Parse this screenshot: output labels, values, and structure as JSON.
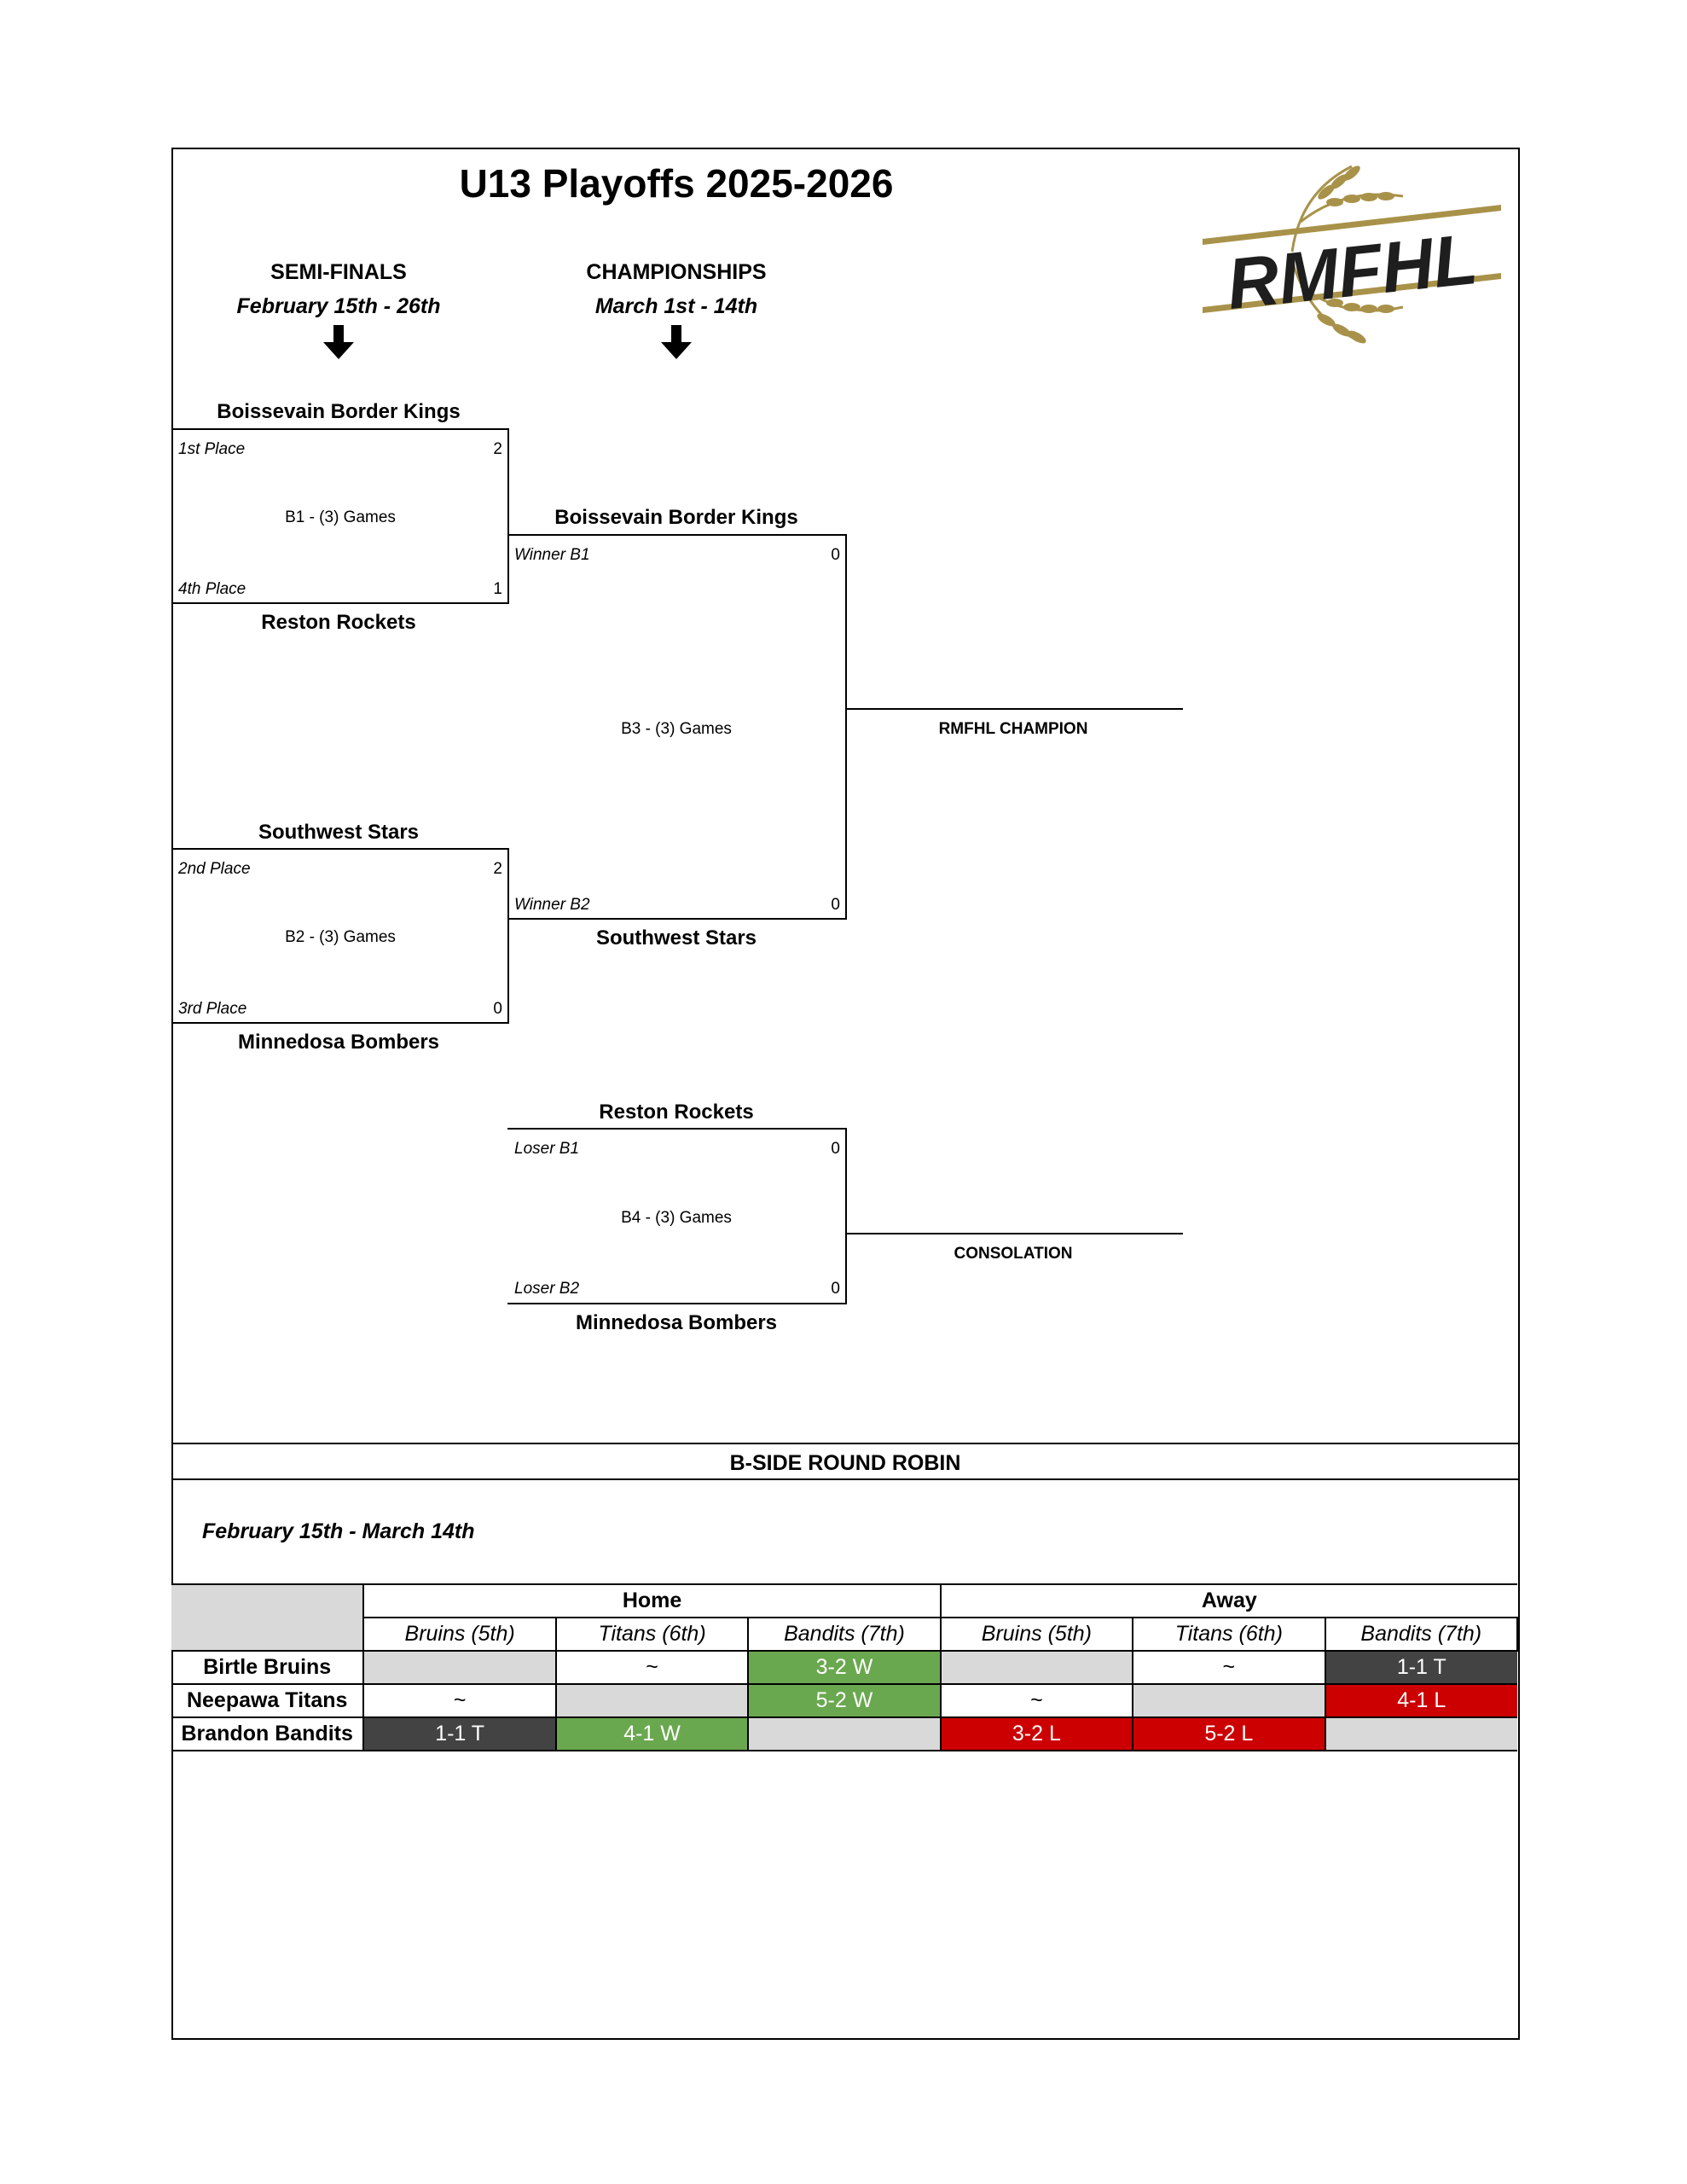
{
  "title": "U13 Playoffs 2025-2026",
  "logo": {
    "text": "RMFHL",
    "colors": {
      "gold": "#a8924a",
      "dark": "#1e1e1e"
    }
  },
  "rounds": [
    {
      "label": "SEMI-FINALS",
      "dates": "February 15th - 26th"
    },
    {
      "label": "CHAMPIONSHIPS",
      "dates": "March 1st - 14th"
    }
  ],
  "brackets": {
    "b1": {
      "top_team": "Boissevain Border Kings",
      "top_seed": "1st Place",
      "top_score": "2",
      "games": "B1 - (3) Games",
      "bottom_seed": "4th Place",
      "bottom_score": "1",
      "bottom_team": "Reston Rockets"
    },
    "b2": {
      "top_team": "Southwest Stars",
      "top_seed": "2nd Place",
      "top_score": "2",
      "games": "B2 - (3) Games",
      "bottom_seed": "3rd Place",
      "bottom_score": "0",
      "bottom_team": "Minnedosa Bombers"
    },
    "b3": {
      "top_team": "Boissevain Border Kings",
      "top_seed": "Winner B1",
      "top_score": "0",
      "games": "B3 - (3) Games",
      "bottom_seed": "Winner B2",
      "bottom_score": "0",
      "bottom_team": "Southwest Stars"
    },
    "b4": {
      "top_team": "Reston Rockets",
      "top_seed": "Loser B1",
      "top_score": "0",
      "games": "B4 - (3) Games",
      "bottom_seed": "Loser B2",
      "bottom_score": "0",
      "bottom_team": "Minnedosa Bombers"
    }
  },
  "champion_label": "RMFHL CHAMPION",
  "consolation_label": "CONSOLATION",
  "round_robin": {
    "title": "B-SIDE ROUND ROBIN",
    "dates": "February 15th - March 14th",
    "groups": [
      "Home",
      "Away"
    ],
    "columns": [
      "Bruins (5th)",
      "Titans (6th)",
      "Bandits (7th)",
      "Bruins (5th)",
      "Titans (6th)",
      "Bandits (7th)"
    ],
    "rows": [
      {
        "team": "Birtle Bruins",
        "cells": [
          {
            "v": "",
            "s": "gray"
          },
          {
            "v": "~",
            "s": ""
          },
          {
            "v": "3-2 W",
            "s": "green"
          },
          {
            "v": "",
            "s": "gray"
          },
          {
            "v": "~",
            "s": ""
          },
          {
            "v": "1-1 T",
            "s": "dark"
          }
        ]
      },
      {
        "team": "Neepawa Titans",
        "cells": [
          {
            "v": "~",
            "s": ""
          },
          {
            "v": "",
            "s": "gray"
          },
          {
            "v": "5-2 W",
            "s": "green"
          },
          {
            "v": "~",
            "s": ""
          },
          {
            "v": "",
            "s": "gray"
          },
          {
            "v": "4-1 L",
            "s": "red"
          }
        ]
      },
      {
        "team": "Brandon Bandits",
        "cells": [
          {
            "v": "1-1 T",
            "s": "dark"
          },
          {
            "v": "4-1 W",
            "s": "green"
          },
          {
            "v": "",
            "s": "gray"
          },
          {
            "v": "3-2 L",
            "s": "red"
          },
          {
            "v": "5-2 L",
            "s": "red"
          },
          {
            "v": "",
            "s": "gray"
          }
        ]
      }
    ]
  }
}
